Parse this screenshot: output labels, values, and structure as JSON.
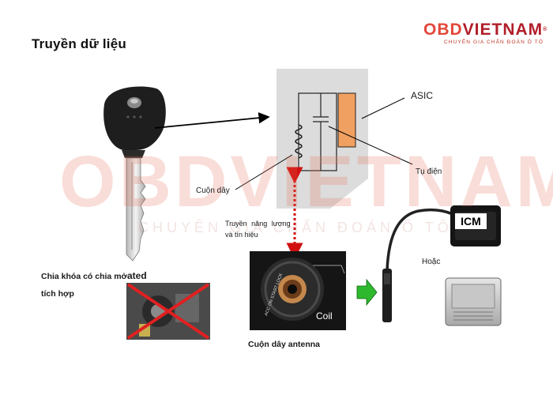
{
  "title": "Truyền dữ liệu",
  "logo": {
    "brand_prefix": "OBD",
    "brand_suffix": "VIETNAM",
    "registered": "®",
    "tagline": "CHUYÊN GIA CHẨN ĐOÁN Ô TÔ"
  },
  "watermark": {
    "main": "OBDVIETNAM",
    "sub": "CHUYÊN GIA CHẨN ĐOÁN Ô TÔ"
  },
  "labels": {
    "asic": "ASIC",
    "coil": "Cuộn dây",
    "capacitor": "Tụ điện",
    "energy_line1": "Truyền năng lượng",
    "energy_line2": "và tín hiệu",
    "key_line1": "Chia khóa có chia mở",
    "key_overlay": "ated",
    "key_line2": "tích hợp",
    "antenna": "Cuộn dây antenna",
    "or": "Hoặc",
    "icm": "ICM",
    "coil_photo": "Coil",
    "ring_text": "ACC ON START LOCK"
  },
  "colors": {
    "asic_chip": "#f0a060",
    "energy_arrow": "#d01010",
    "green_arrow": "#2eb82e",
    "cross": "#e02020",
    "chip_bg": "#dcdcdc"
  }
}
